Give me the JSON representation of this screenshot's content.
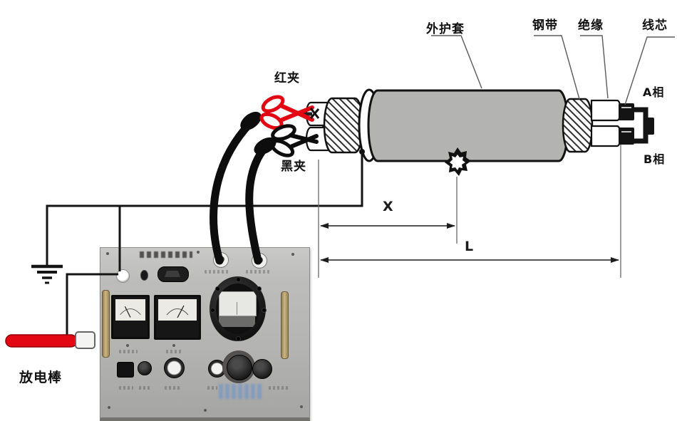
{
  "labels": {
    "red_clamp": "红夹",
    "black_clamp": "黑夹",
    "outer_sheath": "外护套",
    "steel_tape": "钢带",
    "insulation": "绝缘",
    "wire_core": "线芯",
    "phase_a": "A相",
    "phase_b": "B相",
    "dim_x": "X",
    "dim_l": "L",
    "discharge_rod": "放电棒"
  },
  "colors": {
    "clamp_red": "#e30613",
    "rod_red": "#e30613",
    "cable_sheath_gray": "#b3b3b1",
    "panel_gray": "#b3b3b1",
    "handle_tan": "#b59e72",
    "wire_black": "#121212",
    "dimension_line": "#555555",
    "watermark_blue": "#5d8ed2"
  }
}
